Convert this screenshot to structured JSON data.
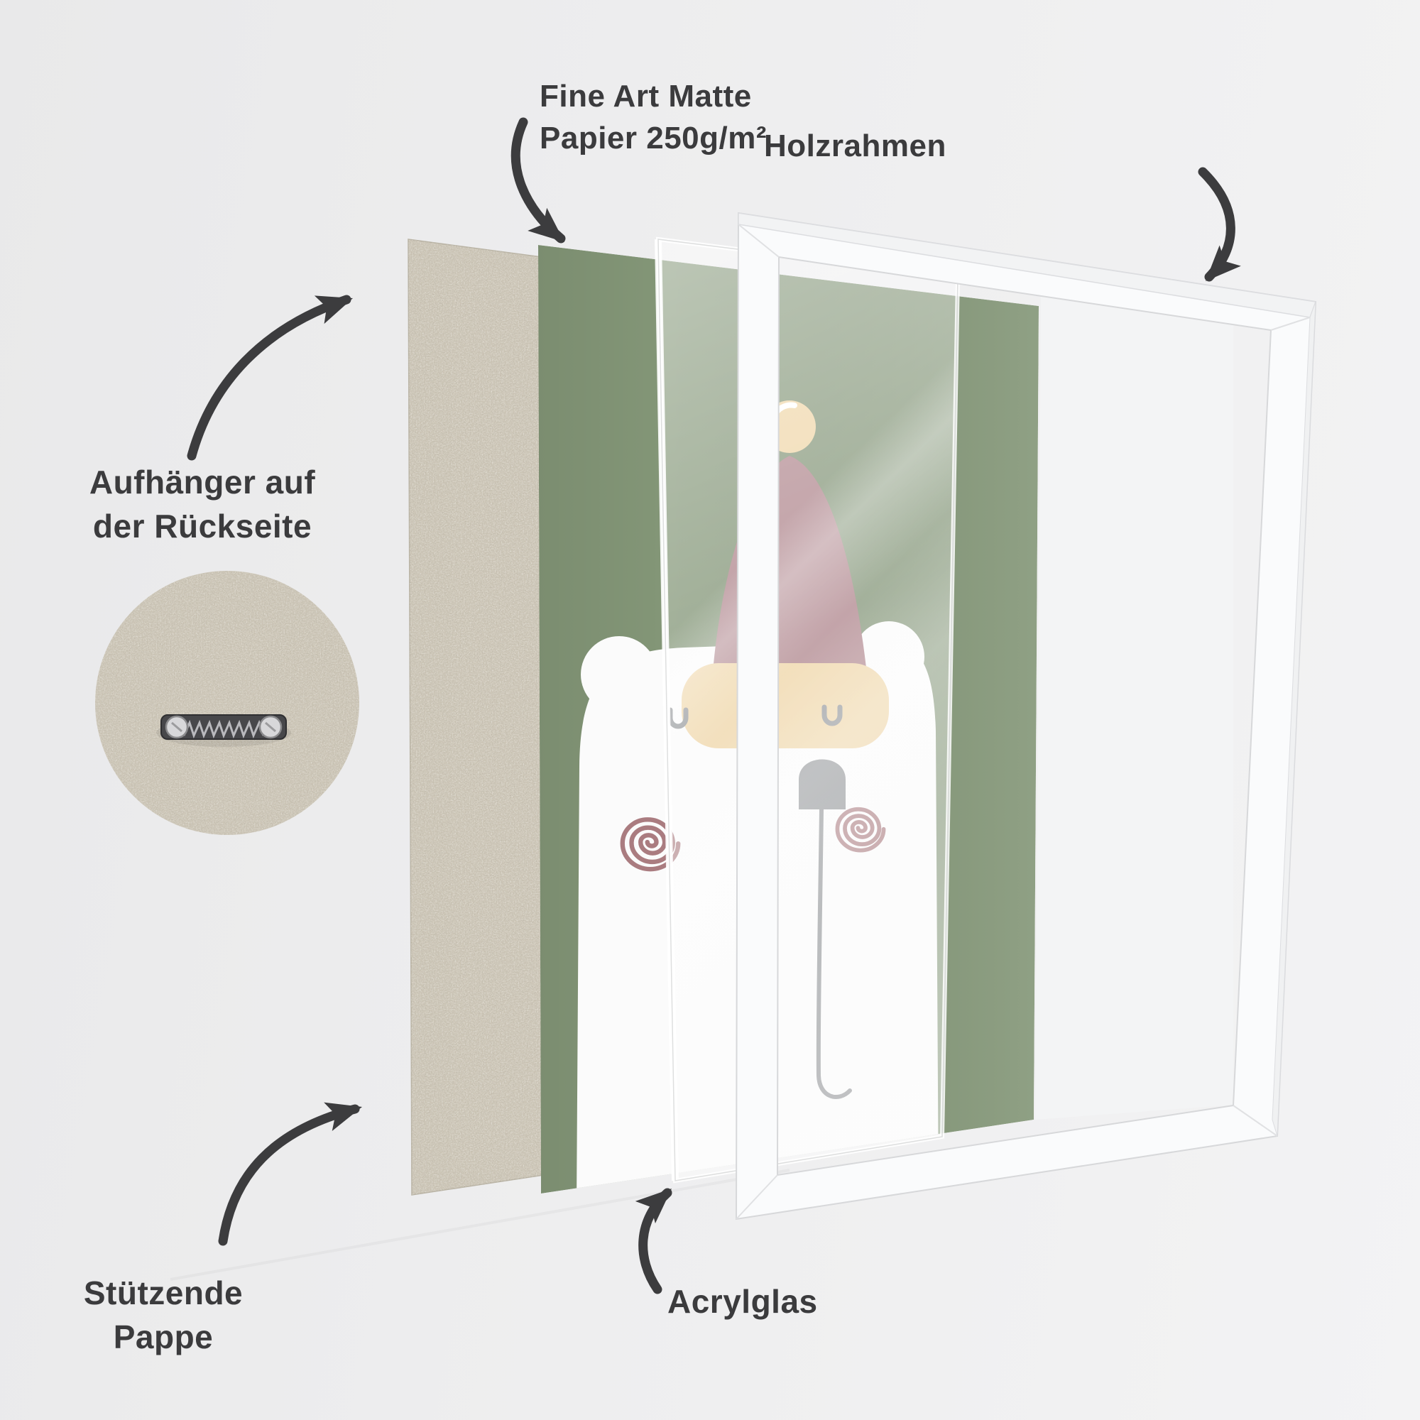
{
  "diagram": {
    "labels": {
      "paper": {
        "line1": "Fine Art Matte",
        "line2": "Papier 250g/m²"
      },
      "frame": "Holzrahmen",
      "hanger": {
        "line1": "Aufhänger auf",
        "line2": "der Rückseite"
      },
      "backing": {
        "line1": "Stützende",
        "line2": "Pappe"
      },
      "glass": "Acrylglas"
    },
    "colors": {
      "text_dark": "#3b3b3d",
      "arrow_dark": "#3c3c3e",
      "cardboard_beige": "#cdc6b7",
      "poster_green": "#839677",
      "bear_white": "#fbfbfb",
      "hat_mauve": "#ae848b",
      "hat_cream": "#eed4a4",
      "feature_gray": "#8d9093",
      "cheek_rose": "#aa7c80",
      "frame_white": "#fafbfc",
      "hanger_metal_dark": "#47474a",
      "hanger_screw": "#d8d8da"
    }
  }
}
